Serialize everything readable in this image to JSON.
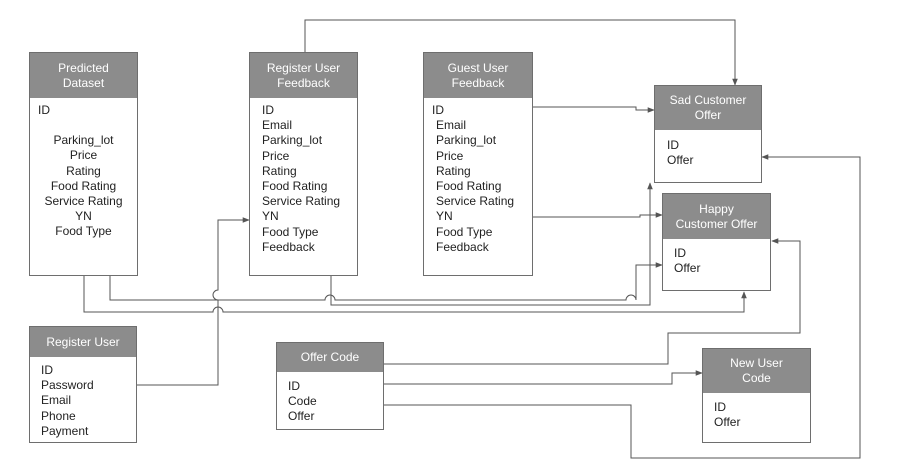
{
  "entities": {
    "predicted_dataset": {
      "title": "Predicted\nDataset",
      "id": "ID",
      "fields": [
        "Parking_lot",
        "Price",
        "Rating",
        "Food Rating",
        "Service Rating",
        "YN",
        "Food Type"
      ]
    },
    "register_user_feedback": {
      "title": "Register User\nFeedback",
      "fields": [
        "ID",
        "Email",
        "Parking_lot",
        "Price",
        "Rating",
        "Food Rating",
        "Service Rating",
        "YN",
        "Food Type",
        "Feedback"
      ]
    },
    "guest_user_feedback": {
      "title": "Guest User\nFeedback",
      "fields": [
        "ID",
        "Email",
        "Parking_lot",
        "Price",
        "Rating",
        "Food Rating",
        "Service Rating",
        "YN",
        "Food Type",
        "Feedback"
      ]
    },
    "sad_customer_offer": {
      "title": "Sad Customer\nOffer",
      "fields": [
        "ID",
        "Offer"
      ]
    },
    "happy_customer_offer": {
      "title": "Happy\nCustomer Offer",
      "fields": [
        "ID",
        "Offer"
      ]
    },
    "register_user": {
      "title": "Register User",
      "fields": [
        "ID",
        "Password",
        "Email",
        "Phone",
        "Payment"
      ]
    },
    "offer_code": {
      "title": "Offer Code",
      "fields": [
        "ID",
        "Code",
        "Offer"
      ]
    },
    "new_user_code": {
      "title": "New User\nCode",
      "fields": [
        "ID",
        "Offer"
      ]
    }
  },
  "colors": {
    "header_bg": "#8c8c8c",
    "border": "#6e6e6e",
    "line": "#555555"
  }
}
